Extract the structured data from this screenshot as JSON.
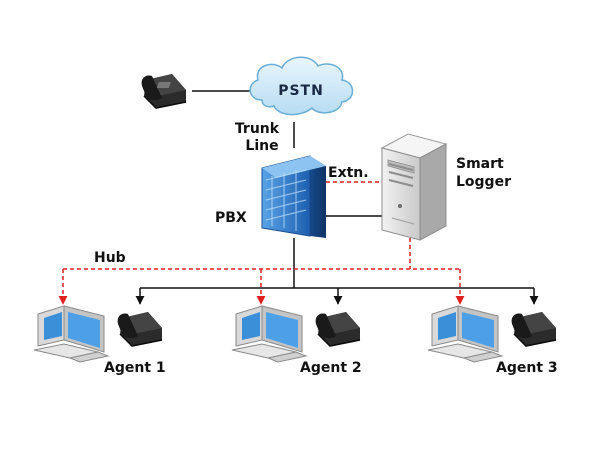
{
  "labels": {
    "pstn": "PSTN",
    "trunk_line_1": "Trunk",
    "trunk_line_2": "Line",
    "extn": "Extn.",
    "smart_logger_1": "Smart",
    "smart_logger_2": "Logger",
    "pbx": "PBX",
    "hub": "Hub"
  },
  "agents": [
    {
      "label": "Agent 1"
    },
    {
      "label": "Agent 2"
    },
    {
      "label": "Agent 3"
    }
  ],
  "colors": {
    "solid_line": "#111111",
    "dashed_line": "#e02020",
    "cloud_fill": "#cfe8f6",
    "cloud_stroke": "#6aaed6",
    "pbx_blue": "#2e7fd0",
    "server_gray": "#d7d7d7"
  }
}
